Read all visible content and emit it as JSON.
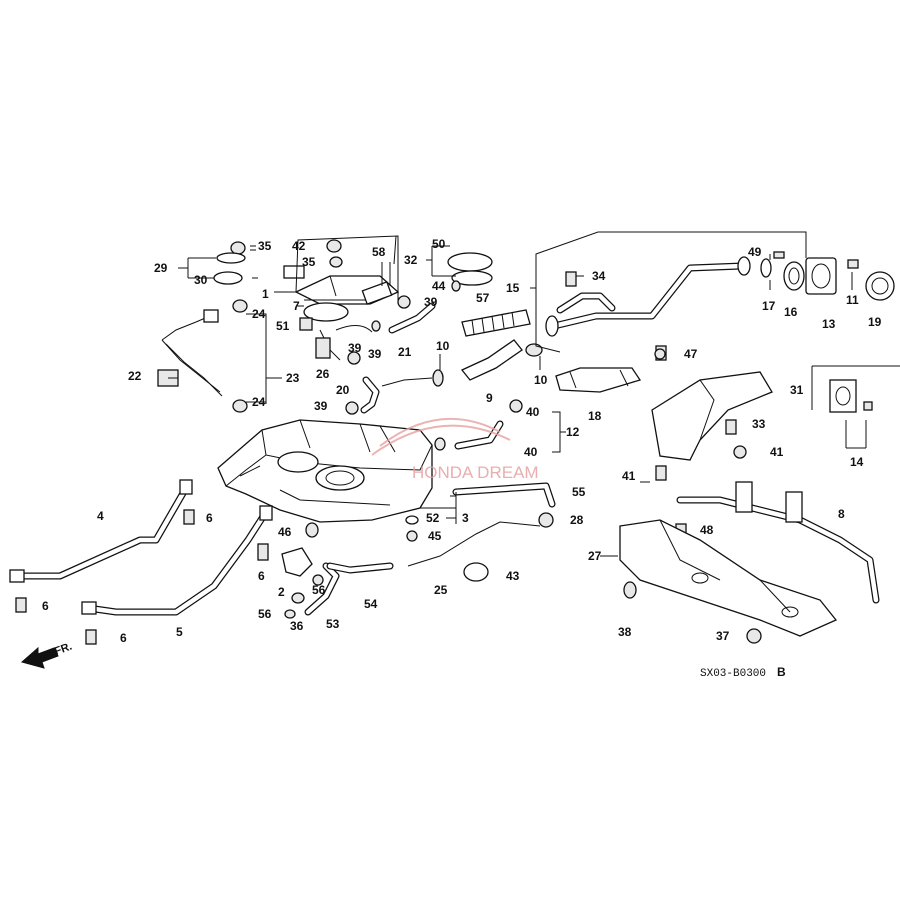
{
  "watermark": "HONDA DREAM",
  "diagram_code": "SX03-B0300",
  "diagram_code_suffix": "B",
  "front_label": "FR.",
  "callouts": [
    "1",
    "2",
    "3",
    "4",
    "5",
    "6",
    "6",
    "6",
    "6",
    "6",
    "7",
    "8",
    "9",
    "10",
    "10",
    "11",
    "12",
    "13",
    "14",
    "15",
    "16",
    "17",
    "18",
    "19",
    "20",
    "21",
    "22",
    "23",
    "24",
    "24",
    "25",
    "26",
    "27",
    "28",
    "29",
    "30",
    "31",
    "32",
    "33",
    "34",
    "35",
    "35",
    "36",
    "37",
    "38",
    "39",
    "39",
    "39",
    "39",
    "40",
    "40",
    "41",
    "41",
    "42",
    "43",
    "44",
    "45",
    "46",
    "47",
    "48",
    "49",
    "50",
    "51",
    "52",
    "53",
    "54",
    "55",
    "56",
    "56",
    "57",
    "58"
  ]
}
